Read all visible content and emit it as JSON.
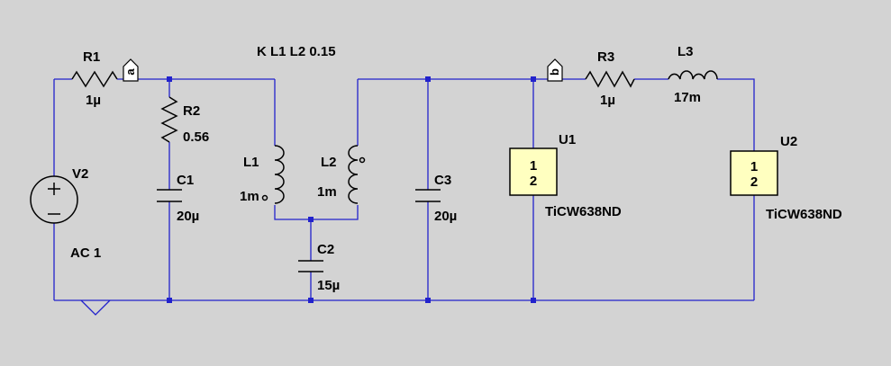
{
  "components": {
    "r1": {
      "name": "R1",
      "value": "1µ"
    },
    "r2": {
      "name": "R2",
      "value": "0.56"
    },
    "r3": {
      "name": "R3",
      "value": "1µ"
    },
    "c1": {
      "name": "C1",
      "value": "20µ"
    },
    "c2": {
      "name": "C2",
      "value": "15µ"
    },
    "c3": {
      "name": "C3",
      "value": "20µ"
    },
    "l1": {
      "name": "L1",
      "value": "1m"
    },
    "l2": {
      "name": "L2",
      "value": "1m"
    },
    "l3": {
      "name": "L3",
      "value": "17m"
    },
    "v2": {
      "name": "V2",
      "value": "AC 1"
    },
    "u1": {
      "name": "U1",
      "model": "TiCW638ND",
      "pin1": "1",
      "pin2": "2"
    },
    "u2": {
      "name": "U2",
      "model": "TiCW638ND",
      "pin1": "1",
      "pin2": "2"
    }
  },
  "directive": "K L1 L2 0.15",
  "net_labels": {
    "a": "a",
    "b": "b"
  },
  "colors": {
    "background": "#d3d3d3",
    "wire": "#2222cc",
    "component": "#000000",
    "ic_fill": "#ffffc0"
  }
}
